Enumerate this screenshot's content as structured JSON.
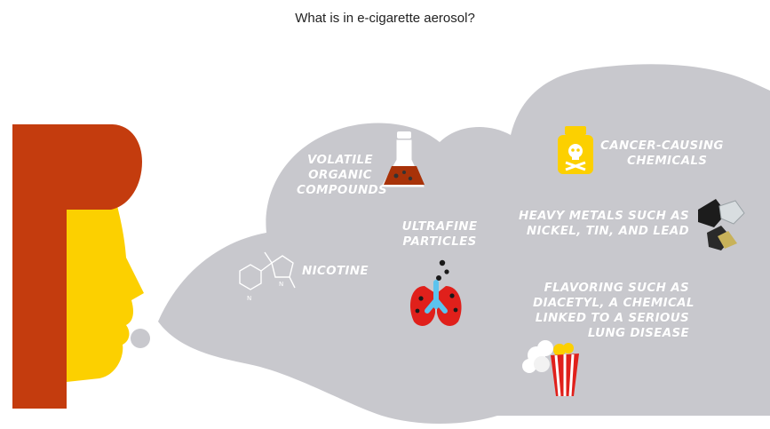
{
  "title": "What is in e-cigarette aerosol?",
  "colors": {
    "cloud": "#c8c8cd",
    "head_dark": "#c43c0e",
    "face_yellow": "#fcd000",
    "label_text": "#ffffff"
  },
  "labels": {
    "voc": [
      "Volatile",
      "Organic",
      "Compounds"
    ],
    "cancer": [
      "Cancer-Causing",
      "Chemicals"
    ],
    "ultrafine": [
      "Ultrafine",
      "Particles"
    ],
    "metals": [
      "Heavy Metals such as",
      "Nickel, Tin, and Lead"
    ],
    "nicotine": "Nicotine",
    "flavoring": [
      "Flavoring such as",
      "Diacetyl, a chemical",
      "linked to a serious",
      "lung disease"
    ]
  },
  "icons": [
    "flask-icon",
    "poison-bottle-icon",
    "lungs-icon",
    "metal-rocks-icon",
    "nicotine-molecule-icon",
    "popcorn-icon"
  ]
}
